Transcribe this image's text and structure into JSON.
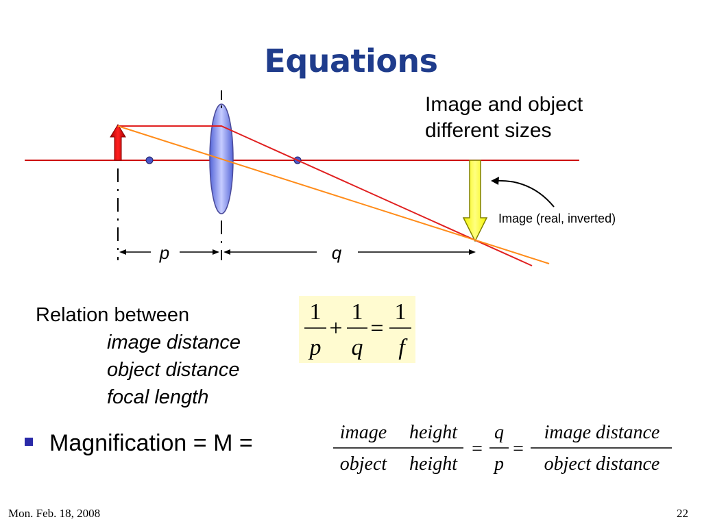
{
  "slide": {
    "title": "Equations",
    "caption_lines": [
      "Image and object",
      "different sizes"
    ],
    "image_label": "Image (real, inverted)",
    "dim_p": "p",
    "dim_q": "q",
    "relation": {
      "heading": "Relation between",
      "items": [
        "image distance",
        "object distance",
        "focal length"
      ]
    },
    "lens_equation": {
      "term1": {
        "num": "1",
        "den": "p"
      },
      "plus": "+",
      "term2": {
        "num": "1",
        "den": "q"
      },
      "equals": "=",
      "term3": {
        "num": "1",
        "den": "f"
      }
    },
    "magnification": {
      "label": "Magnification = M =",
      "fraction1": {
        "num_left": "image",
        "num_right": "height",
        "den_left": "object",
        "den_right": "height"
      },
      "equals1": "=",
      "fraction2": {
        "num": "q",
        "den": "p"
      },
      "equals2": "=",
      "fraction3": {
        "num": "image distance",
        "den": "object distance"
      }
    },
    "footer": {
      "date": "Mon. Feb. 18, 2008",
      "page": "22"
    }
  },
  "colors": {
    "title": "#1f3c8c",
    "axis": "#cc0000",
    "ray_red": "#e02020",
    "ray_orange": "#ff8c1a",
    "object_arrow": "#dd0000",
    "image_arrow": "#ffff00",
    "lens": "#7f8ff0",
    "focal_point": "#4a57c8",
    "equation_bg": "#fffbd0",
    "bullet": "#2a2aa8"
  }
}
